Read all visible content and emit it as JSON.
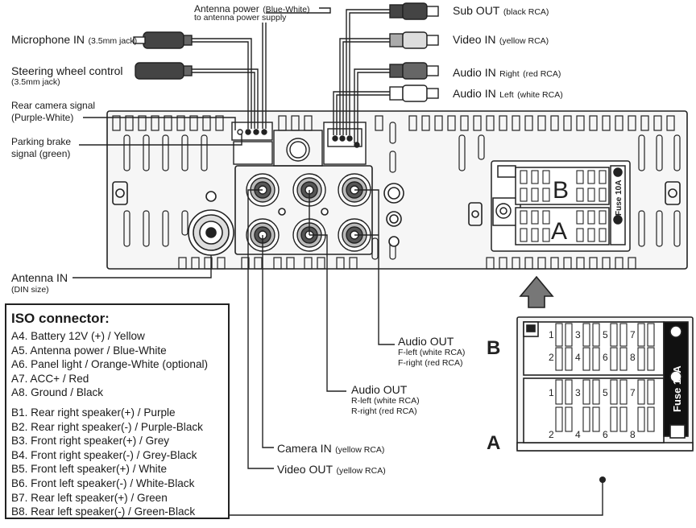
{
  "labels": {
    "antenna_power": "Antenna power",
    "antenna_power_color": "(Blue-White)",
    "antenna_power_sub": "to antenna power supply",
    "mic_in": "Microphone IN",
    "mic_in_sub": "(3.5mm jack)",
    "steering": "Steering wheel control",
    "steering_sub": "(3.5mm jack)",
    "rear_cam": "Rear camera signal",
    "rear_cam_sub": "(Purple-White)",
    "parking": "Parking brake",
    "parking_sub": "signal (green)",
    "antenna_in": "Antenna IN",
    "antenna_in_sub": "(DIN size)",
    "sub_out": "Sub OUT",
    "sub_out_sub": "(black RCA)",
    "video_in": "Video IN",
    "video_in_sub": "(yellow RCA)",
    "audio_in_r": "Audio IN",
    "audio_in_r_sub": "Right",
    "audio_in_r_sub2": "(red RCA)",
    "audio_in_l": "Audio IN",
    "audio_in_l_sub": "Left",
    "audio_in_l_sub2": "(white RCA)",
    "audio_out_f": "Audio OUT",
    "audio_out_f_l1": "F-left (white RCA)",
    "audio_out_f_l2": "F-right (red RCA)",
    "audio_out_r": "Audio OUT",
    "audio_out_r_l1": "R-left (white RCA)",
    "audio_out_r_l2": "R-right (red RCA)",
    "camera_in": "Camera IN",
    "camera_in_sub": "(yellow RCA)",
    "video_out": "Video OUT",
    "video_out_sub": "(yellow RCA)"
  },
  "iso": {
    "title": "ISO connector:",
    "a_rows": [
      "A4. Battery 12V (+) / Yellow",
      "A5. Antenna power / Blue-White",
      "A6. Panel light / Orange-White (optional)",
      "A7. ACC+ / Red",
      "A8. Ground / Black"
    ],
    "b_rows": [
      "B1. Rear right speaker(+) / Purple",
      "B2. Rear right speaker(-) / Purple-Black",
      "B3. Front right speaker(+) / Grey",
      "B4. Front right speaker(-) / Grey-Black",
      "B5. Front left speaker(+) / White",
      "B6. Front left speaker(-) / White-Black",
      "B7. Rear left speaker(+) / Green",
      "B8. Rear left speaker(-) / Green-Black"
    ]
  },
  "connector": {
    "block_a": "A",
    "block_b": "B",
    "fuse": "Fuse 10A",
    "pins_top": [
      "1",
      "3",
      "5",
      "7"
    ],
    "pins_bottom": [
      "2",
      "4",
      "6",
      "8"
    ]
  },
  "colors": {
    "line": "#222222",
    "panel_fill": "#f4f4f4",
    "plug_dark": "#3a3a3a",
    "plug_light": "#e8e8e8"
  }
}
